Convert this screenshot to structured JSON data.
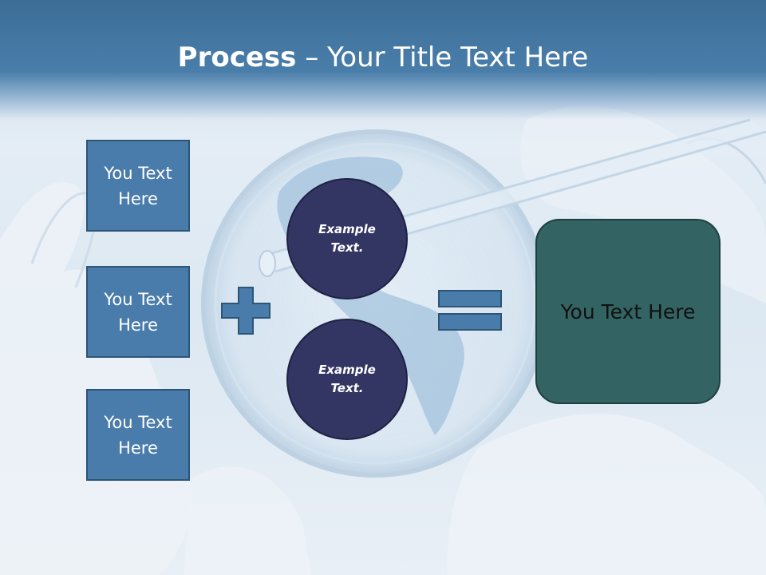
{
  "slide": {
    "title_bold": "Process",
    "title_dash": " – ",
    "title_rest": "Your Title Text Here"
  },
  "left_boxes": [
    {
      "label": "You Text\nHere"
    },
    {
      "label": "You Text\nHere"
    },
    {
      "label": "You Text\nHere"
    }
  ],
  "circles": [
    {
      "label": "Example\nText."
    },
    {
      "label": "Example\nText."
    }
  ],
  "result_box": {
    "label": "You Text Here"
  },
  "colors": {
    "title_bar": "#3b6d96",
    "box_fill": "#4a7cab",
    "circle_fill": "#333663",
    "result_fill": "#336463"
  },
  "icons": [
    "plus-icon",
    "equals-icon",
    "globe-petri-dish-image"
  ]
}
